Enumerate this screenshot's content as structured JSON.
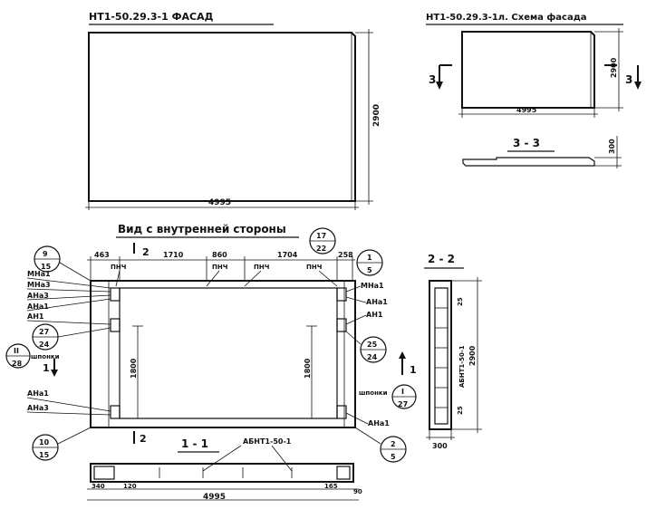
{
  "facade": {
    "title": "НТ1-50.29.3-1    ФАСАД",
    "width": "4995",
    "height": "2900"
  },
  "scheme": {
    "title": "НТ1-50.29.3-1л. Схема фасада",
    "width": "4995",
    "height": "2900",
    "cut_left": "3",
    "cut_right": "3"
  },
  "section33": {
    "title": "3 - 3",
    "height": "300"
  },
  "inner_view": {
    "title": "Вид с внутренней стороны",
    "dims_top": [
      "463",
      "1710",
      "860",
      "1704",
      "258"
    ],
    "pnch_labels": [
      "ПНЧ",
      "ПНЧ",
      "ПНЧ",
      "ПНЧ"
    ],
    "left_labels": [
      "МНа1",
      "МНа3",
      "АНа3",
      "АНа1",
      "АН1"
    ],
    "left_bottom_labels": [
      "АНа1",
      "АНа3"
    ],
    "right_labels": [
      "МНа1",
      "АНа1",
      "АН1",
      "шпонки",
      "АНа1"
    ],
    "left_shponki": "шпонки",
    "height_left": "1800",
    "height_right": "1800",
    "cut_2_top": "2",
    "cut_2_bottom": "2",
    "cut_1_left": "1",
    "cut_1_right": "1",
    "circles": {
      "c1": {
        "top": "9",
        "bottom": "15"
      },
      "c2": {
        "top": "17",
        "bottom": "22"
      },
      "c3": {
        "top": "1",
        "bottom": "5"
      },
      "c4": {
        "top": "27",
        "bottom": "24"
      },
      "c5": {
        "top": "II",
        "bottom": "28"
      },
      "c6": {
        "top": "25",
        "bottom": "24"
      },
      "c7": {
        "top": "I",
        "bottom": "27"
      },
      "c8": {
        "top": "10",
        "bottom": "15"
      },
      "c9": {
        "top": "2",
        "bottom": "5"
      }
    }
  },
  "section11": {
    "title": "1 - 1",
    "label": "АБНТ1-50-1",
    "dims": [
      "340",
      "120",
      "165",
      "90"
    ],
    "total": "4995"
  },
  "section22": {
    "title": "2 - 2",
    "label": "АБНТ1-50-1",
    "height": "2900",
    "dim_top": "25",
    "dim_bottom": "25",
    "width": "300"
  }
}
